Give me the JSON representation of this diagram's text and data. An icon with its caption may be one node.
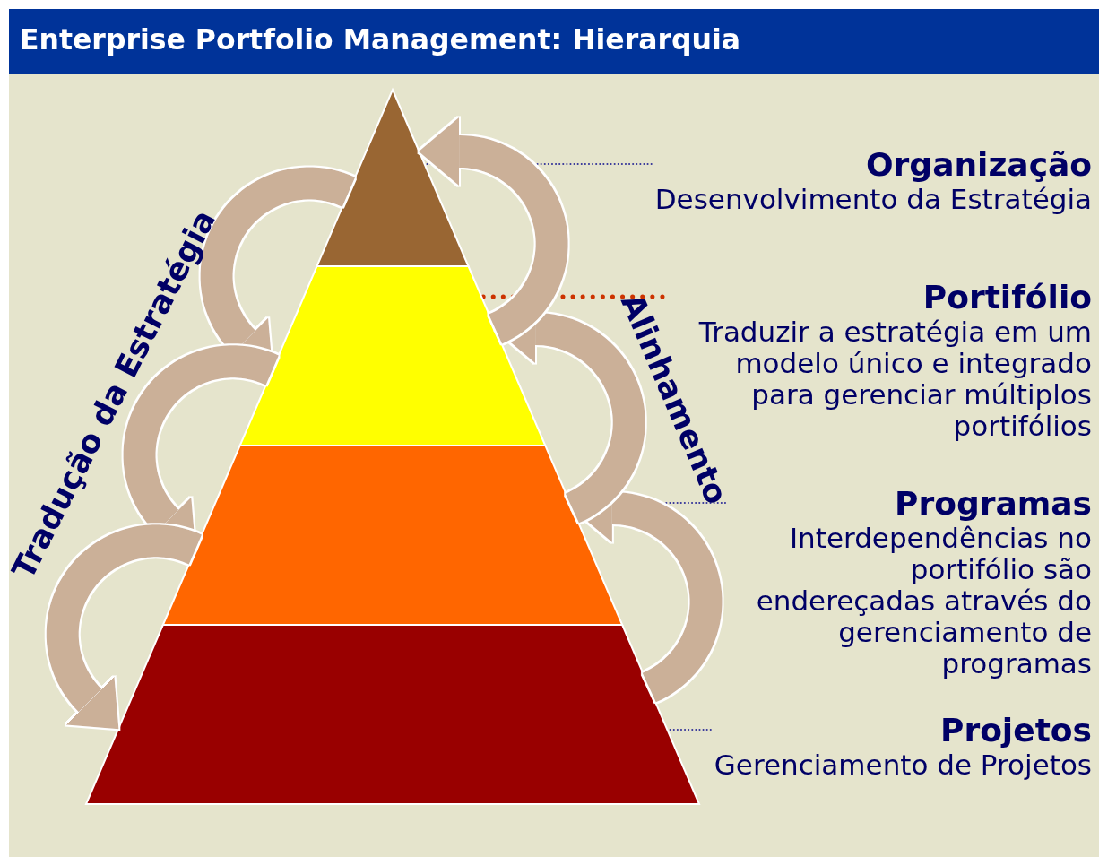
{
  "diagram": {
    "title": "Enterprise Portfolio Management: Hierarquia",
    "nodes": [
      {
        "text": [],
        "shape": "triangle"
      },
      {
        "text": [],
        "shape": "trapezoid"
      },
      {
        "text": [],
        "shape": "trapezoid"
      },
      {
        "text": [],
        "shape": "trapezoid"
      },
      {
        "text": [
          "Organização",
          "Desenvolvimento da Estratégia"
        ]
      },
      {
        "text": [
          "Portifólio",
          "Traduzir a estratégia em um modelo único e integrado para gerenciar múltiplos portifólios"
        ]
      },
      {
        "text": [
          "Programas",
          "Interdependências no portifólio são endereçadas através do gerenciamento de programas"
        ]
      },
      {
        "text": [
          "Projetos",
          "Gerenciamento de Projetos"
        ]
      }
    ],
    "edges": [
      {
        "from": 4,
        "to": 0,
        "arrow": "none",
        "style": "dashed",
        "color": "#333399"
      },
      {
        "from": 5,
        "to": 1,
        "arrow": "none",
        "style": "dashed",
        "color": "#cc3300"
      },
      {
        "from": 6,
        "to": 2,
        "arrow": "none",
        "style": "dashed",
        "color": "#333399"
      },
      {
        "from": 7,
        "to": 3,
        "arrow": "none",
        "style": "dashed",
        "color": "#333399"
      },
      {
        "from": 0,
        "to": 1,
        "arrow": "to"
      },
      {
        "from": 1,
        "to": 2,
        "arrow": "to"
      },
      {
        "from": 2,
        "to": 3,
        "arrow": "to"
      },
      {
        "from": 3,
        "to": 2,
        "arrow": "to"
      },
      {
        "from": 2,
        "to": 1,
        "arrow": "to"
      },
      {
        "from": 1,
        "to": 0,
        "arrow": "to"
      }
    ],
    "labels": [
      "Tradução da Estratégia",
      "Alinhamento"
    ]
  }
}
